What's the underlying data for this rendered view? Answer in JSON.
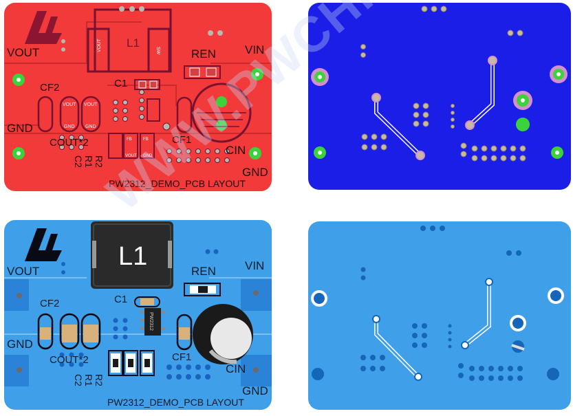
{
  "boards": {
    "top_copper": {
      "labels": {
        "vout": "VOUT",
        "l1": "L1",
        "ren": "REN",
        "vin": "VIN",
        "cf2": "CF2",
        "c1": "C1",
        "gnd_left": "GND",
        "cout": "COUT*2",
        "cf1": "CF1",
        "cin": "CIN",
        "gnd_right": "GND",
        "r2": "R2",
        "r1": "R1",
        "c2": "C2",
        "title": "PW2312_DEMO_PCB LAYOUT"
      },
      "colors": {
        "board": "#f23a3a",
        "silk": "#7a1030",
        "pad": "#b8b8b0"
      }
    },
    "bottom_copper": {
      "colors": {
        "board": "#1a1ee6",
        "pad": "#c7b9a2",
        "via_ring": "#d48fd0"
      }
    },
    "assembly_top": {
      "labels": {
        "vout": "VOUT",
        "l1": "L1",
        "ren": "REN",
        "vin": "VIN",
        "cf2": "CF2",
        "c1": "C1",
        "gnd_left": "GND",
        "cout": "COUT*2",
        "cf1": "CF1",
        "cin": "CIN",
        "gnd_right": "GND",
        "r2": "R2",
        "r1": "R1",
        "c2": "C2",
        "title": "PW2312_DEMO_PCB LAYOUT",
        "ic_marking": "PW2312"
      },
      "colors": {
        "board": "#3f9fe8",
        "inductor": "#2a2a2a",
        "cap_tan": "#d8b27a"
      }
    },
    "assembly_bottom": {
      "colors": {
        "board": "#3f9fe8",
        "hole": "#1565b8"
      }
    }
  },
  "watermark": "WWW.PWCHIP.COM"
}
